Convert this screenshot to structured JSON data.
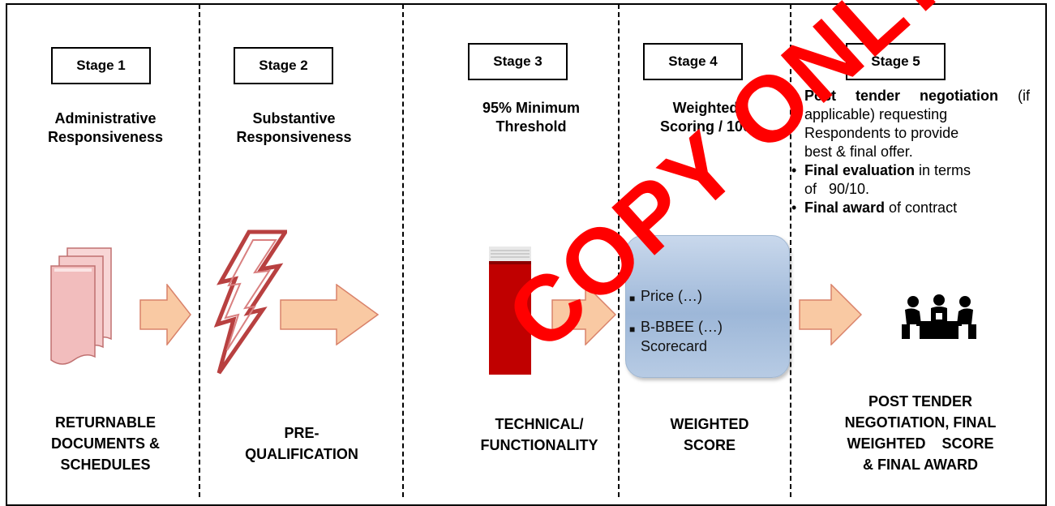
{
  "stages": [
    {
      "label": "Stage 1",
      "heading": [
        "Administrative",
        "Responsiveness"
      ],
      "caption": [
        "RETURNABLE",
        "DOCUMENTS &",
        "SCHEDULES"
      ]
    },
    {
      "label": "Stage 2",
      "heading": [
        "Substantive",
        "Responsiveness"
      ],
      "caption": [
        "PRE-",
        "QUALIFICATION"
      ]
    },
    {
      "label": "Stage 3",
      "heading": [
        "95% Minimum",
        "Threshold"
      ],
      "caption": [
        "TECHNICAL/",
        "FUNCTIONALITY"
      ]
    },
    {
      "label": "Stage 4",
      "heading": [
        "Weighted",
        "Scoring / 100"
      ],
      "caption": [
        "WEIGHTED",
        "SCORE"
      ]
    },
    {
      "label": "Stage 5",
      "caption": [
        "POST TENDER",
        "NEGOTIATION, FINAL",
        "WEIGHTED    SCORE",
        "& FINAL AWARD"
      ]
    }
  ],
  "stage5_points": [
    {
      "bold": "Post tender negotiation",
      "text_lines": [
        " (if applicable) requesting",
        "Respondents to provide",
        "best & final offer."
      ]
    },
    {
      "bold": "Final evaluation",
      "text_lines": [
        " in terms",
        "of   90/10."
      ]
    },
    {
      "bold": "Final award",
      "text_lines": [
        " of contract"
      ]
    }
  ],
  "stage4_panel": {
    "items": [
      "Price (…)",
      "B-BBEE (…)",
      "Scorecard"
    ]
  },
  "watermark": "COPY ONLY",
  "colors": {
    "arrow_fill": "#f9c9a3",
    "arrow_stroke": "#d9826a",
    "bar_red": "#c00000",
    "doc_fill": "#f4c3c3",
    "doc_stroke": "#c07070",
    "bolt": "#b84040",
    "watermark": "#ff0000"
  },
  "icons": {
    "stage1": "documents-icon",
    "stage2": "lightning-bolt-icon",
    "stage3": "red-bar-icon",
    "stage4": "rounded-panel",
    "stage5": "meeting-people-icon"
  }
}
